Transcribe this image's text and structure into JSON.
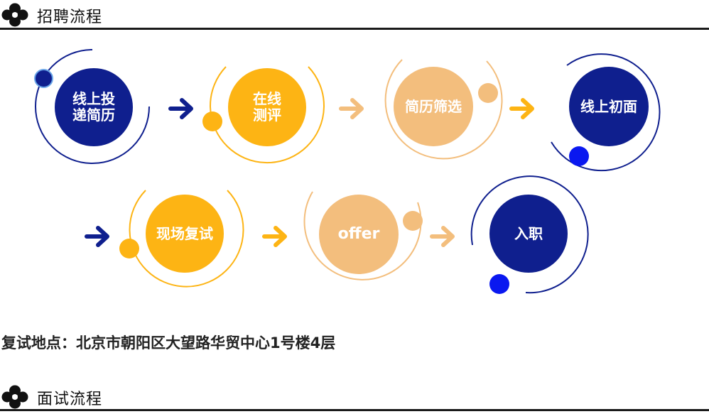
{
  "sections": {
    "recruitment": {
      "title": "招聘流程",
      "logo_icon": "flower-logo-icon"
    },
    "interview": {
      "title": "面试流程",
      "logo_icon": "flower-logo-icon"
    }
  },
  "steps": [
    {
      "label_line1": "线上投",
      "label_line2": "递简历",
      "color": "#0f1f8e"
    },
    {
      "label_line1": "在线",
      "label_line2": "测评",
      "color": "#fdb414"
    },
    {
      "label_line1": "简历筛选",
      "label_line2": "",
      "color": "#f3be7d"
    },
    {
      "label_line1": "线上初面",
      "label_line2": "",
      "color": "#0f1f8e"
    },
    {
      "label_line1": "现场复试",
      "label_line2": "",
      "color": "#fdb414"
    },
    {
      "label_line1": "offer",
      "label_line2": "",
      "color": "#f3be7d"
    },
    {
      "label_line1": "入职",
      "label_line2": "",
      "color": "#0f1f8e"
    }
  ],
  "address": "复试地点：北京市朝阳区大望路华贸中心1号楼4层",
  "colors": {
    "navy": "#0f1f8e",
    "gold": "#fdb414",
    "peach": "#f3be7d",
    "dot_blue": "#0a18f0"
  }
}
